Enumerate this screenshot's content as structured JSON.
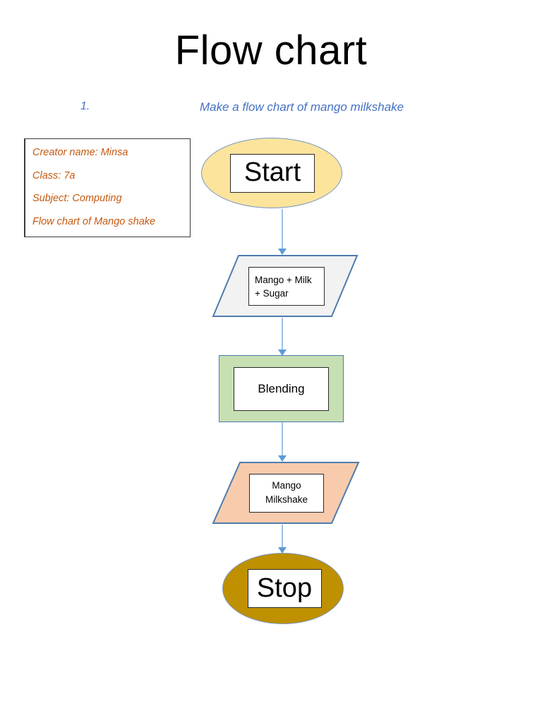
{
  "page": {
    "title": "Flow chart"
  },
  "task": {
    "number": "1.",
    "text": "Make a flow chart of mango milkshake"
  },
  "info_box": {
    "lines": [
      "Creator name: Minsa",
      "Class: 7a",
      "Subject: Computing",
      "Flow chart of Mango shake"
    ]
  },
  "chart_data": {
    "type": "diagram",
    "title": "Flow chart of Mango shake",
    "orientation": "vertical",
    "nodes": [
      {
        "id": "start",
        "label": "Start",
        "shape": "ellipse",
        "fill": "#FCE49C",
        "stroke": "#7797C4"
      },
      {
        "id": "input",
        "label": "Mango + Milk + Sugar",
        "label_lines": [
          "Mango + Milk",
          "+ Sugar"
        ],
        "shape": "parallelogram",
        "fill": "#F2F2F2",
        "stroke": "#4E7CAE"
      },
      {
        "id": "process",
        "label": "Blending",
        "shape": "rectangle",
        "fill": "#C6DFB3",
        "stroke": "#4E7CAE"
      },
      {
        "id": "output",
        "label": "Mango Milkshake",
        "label_lines": [
          "Mango",
          "Milkshake"
        ],
        "shape": "parallelogram",
        "fill": "#F8CBAD",
        "stroke": "#4E7CAE"
      },
      {
        "id": "stop",
        "label": "Stop",
        "shape": "ellipse",
        "fill": "#BF9000",
        "stroke": "#7797C4"
      }
    ],
    "edges": [
      {
        "from": "start",
        "to": "input",
        "style": "arrow-down"
      },
      {
        "from": "input",
        "to": "process",
        "style": "arrow-down"
      },
      {
        "from": "process",
        "to": "output",
        "style": "arrow-down"
      },
      {
        "from": "output",
        "to": "stop",
        "style": "arrow-down"
      }
    ],
    "colors": {
      "arrow_line": "#9DC3E6",
      "arrow_head": "#5B9BD5",
      "accent_blue": "#4472C4",
      "accent_orange": "#C55A11"
    }
  }
}
